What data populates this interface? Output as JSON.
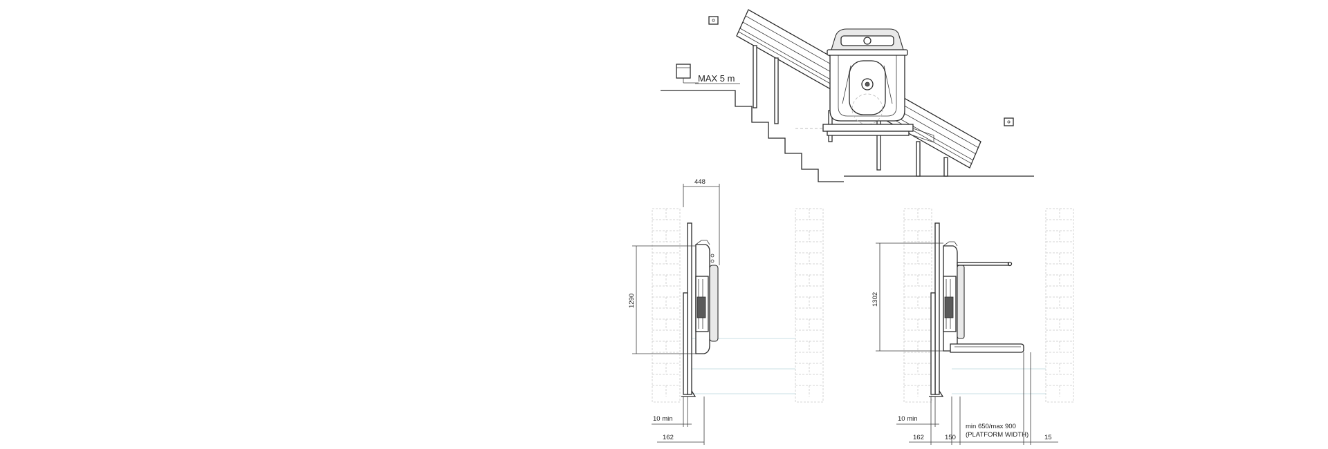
{
  "top_view": {
    "max_span_label": "MAX 5 m"
  },
  "left_view": {
    "dim_top": "448",
    "dim_height": "1290",
    "dim_min_gap": "10 min",
    "dim_bottom": "162"
  },
  "right_view": {
    "dim_height": "1302",
    "dim_min_gap": "10 min",
    "dim_left": "162",
    "dim_mid": "150",
    "dim_platform_line1": "min 650/max 900",
    "dim_platform_line2": "(PLATFORM WIDTH)",
    "dim_right": "15"
  },
  "colors": {
    "line": "#2a2a2a",
    "brick": "#c9c9c9",
    "guide": "#b9d4dc"
  }
}
